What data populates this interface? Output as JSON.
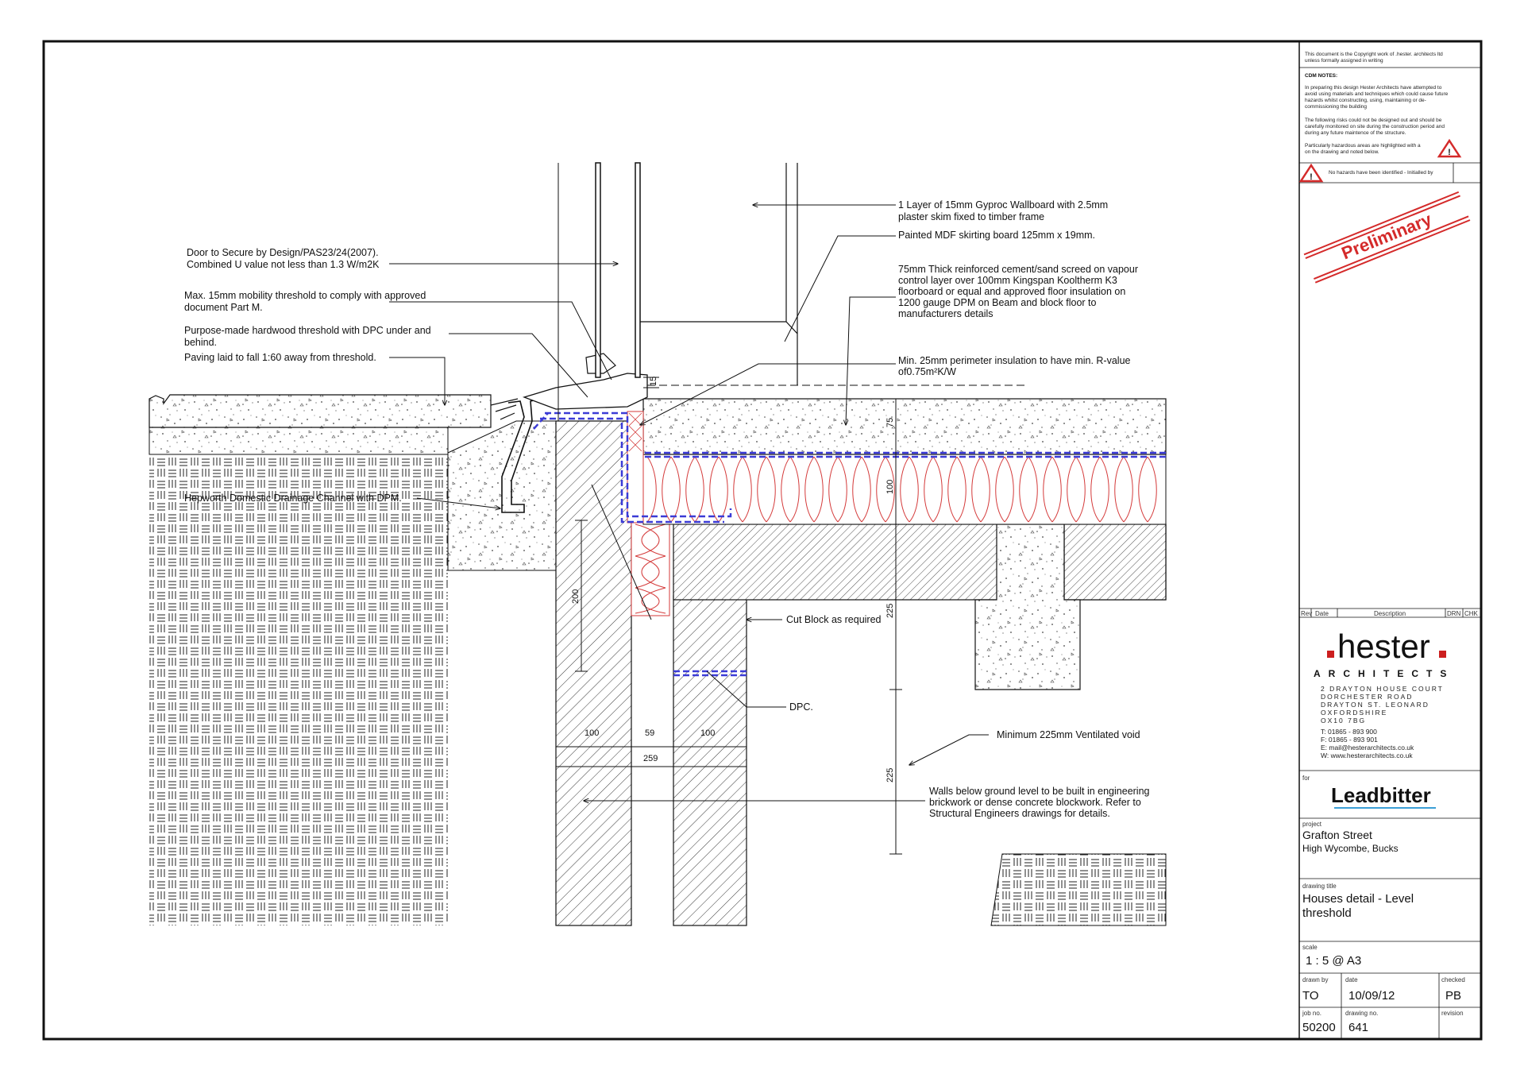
{
  "annotations": {
    "wallboard": [
      "1 Layer of 15mm Gyproc Wallboard with 2.5mm",
      "plaster skim fixed to timber frame"
    ],
    "skirting": [
      "Painted MDF skirting board 125mm x 19mm."
    ],
    "screed": [
      "75mm Thick reinforced cement/sand screed on vapour",
      "control layer over 100mm Kingspan Kooltherm K3",
      "floorboard or equal and approved floor insulation on",
      "1200 gauge DPM on Beam and block floor to",
      "manufacturers details"
    ],
    "perimeter": [
      "Min. 25mm perimeter insulation to have min. R-value",
      "of0.75m²K/W"
    ],
    "door": [
      "Door  to Secure by Design/PAS23/24(2007).",
      "Combined U value not less than 1.3 W/m2K"
    ],
    "mobility": [
      "Max. 15mm mobility threshold to comply with approved",
      "document Part M."
    ],
    "threshold": [
      "Purpose-made hardwood threshold with DPC under and",
      "behind."
    ],
    "paving": [
      "Paving laid to fall 1:60 away from threshold."
    ],
    "channel": [
      "Hepworth Domestic Drainage Channel with DPM."
    ],
    "cut_block": "Cut Block as required",
    "dpc": "DPC.",
    "void": "Minimum 225mm Ventilated void",
    "walls": [
      "Walls below ground level to be built in engineering",
      "brickwork or dense concrete blockwork. Refer to",
      "Structural Engineers drawings for details."
    ]
  },
  "dimensions": {
    "screed_75": "75",
    "insulation_100": "100",
    "block_200": "200",
    "depth_225a": "225",
    "depth_225b": "225",
    "leaf_100a": "100",
    "cavity_59": "59",
    "leaf_100b": "100",
    "wall_259": "259",
    "threshold_15": "15"
  },
  "title_block": {
    "copyright": [
      "This document is the Copyright work of .hester. architects ltd",
      "unless formally assigned in writing"
    ],
    "cdm_title": "CDM NOTES:",
    "cdm_p1": [
      "In preparing this design Hester Architects have attempted to",
      "avoid using materials and techniques which could cause future",
      "hazards whilst constructing, using, maintaining or de-",
      "commissioning the building"
    ],
    "cdm_p2": [
      "The following risks could not be designed out and should be",
      "carefully monitored on site during the construction period and",
      "during any future maintence of the structure."
    ],
    "cdm_p3": [
      "Particularly hazardous areas are highlighted with a",
      "on the drawing and noted below."
    ],
    "no_hazards": "No hazards have been identified - Initialled by",
    "stamp": "Preliminary",
    "rev_headers": [
      "Rev",
      "Date",
      "Description",
      "DRN",
      "CHK"
    ],
    "logo_text": "hester",
    "architects": "ARCHITECTS",
    "address": [
      "2 DRAYTON HOUSE COURT",
      "DORCHESTER ROAD",
      "DRAYTON ST. LEONARD",
      "OXFORDSHIRE",
      "OX10 7BG"
    ],
    "contact": [
      "T: 01865 - 893 900",
      "F: 01865 - 893 901",
      "E: mail@hesterarchitects.co.uk",
      "W: www.hesterarchitects.co.uk"
    ],
    "for_label": "for",
    "client": "Leadbitter",
    "project_label": "project",
    "project_name": "Grafton Street",
    "project_location": "High Wycombe, Bucks",
    "drawing_title_label": "drawing title",
    "drawing_title": [
      "Houses detail - Level",
      "threshold"
    ],
    "scale_label": "scale",
    "scale": "1 : 5 @ A3",
    "drawn_by_label": "drawn by",
    "drawn_by": "TO",
    "date_label": "date",
    "date": "10/09/12",
    "checked_label": "checked",
    "checked": "PB",
    "job_no_label": "job no.",
    "job_no": "50200",
    "drawing_no_label": "drawing no.",
    "drawing_no": "641",
    "revision_label": "revision",
    "revision": ""
  },
  "colors": {
    "line": "#111111",
    "insulation": "#d43a3a",
    "dpm": "#3b3bd6",
    "stamp": "#d42a2a",
    "logo_dot": "#cc1f1f"
  }
}
